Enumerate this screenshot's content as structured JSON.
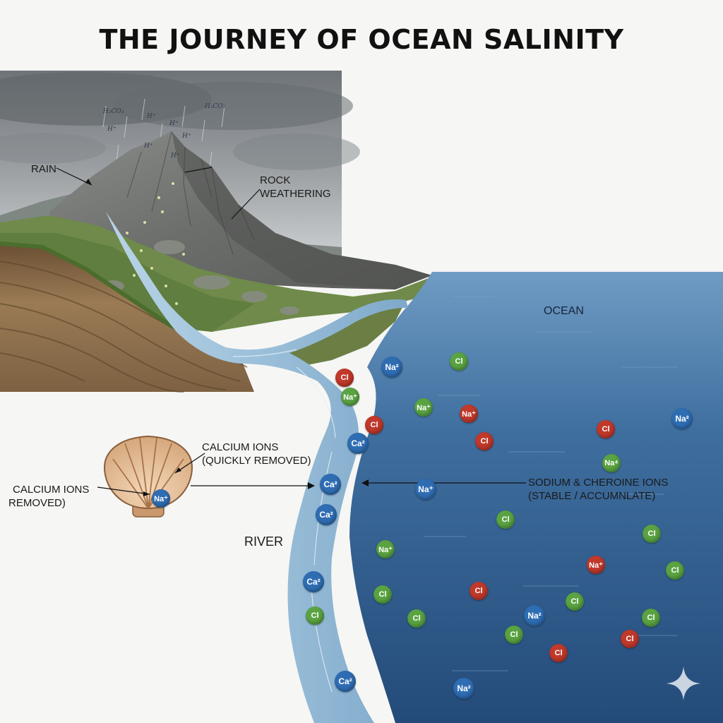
{
  "title": "THE JOURNEY OF OCEAN SALINITY",
  "labels": {
    "rain": "RAIN",
    "rock_line1": "ROCK",
    "rock_line2": "WEATHERING",
    "ocean": "OCEAN",
    "river": "RIVER",
    "calcium_shell_line1": "CALCIUM IONS",
    "calcium_shell_line2": "(QUICKLY REMOVED)",
    "calcium_removed_line1": "CALCIUM IONS",
    "calcium_removed_line2": "REMOVED)",
    "sodium_line1": "SODIUM & CHEROINE IONS",
    "sodium_line2": "(STABLE / ACCUMNLATE)"
  },
  "rain_chemistry": [
    "H₂CO₃",
    "H₂CO₃",
    "H⁺",
    "H⁺",
    "H⁺",
    "H⁺",
    "H⁺",
    "H⁺"
  ],
  "shell_ion": "Na⁺",
  "river_ions": [
    "Cl",
    "Na⁺",
    "Cl",
    "Ca²",
    "Ca²",
    "Ca²",
    "Ca²",
    "Cl",
    "Ca²"
  ],
  "ocean_ions": [
    "Na²",
    "Cl",
    "Na⁺",
    "Na⁺",
    "Cl",
    "Cl",
    "Na²",
    "Na⁴",
    "Na⁺",
    "Cl",
    "Cl",
    "Na⁺",
    "Na⁺",
    "Cl",
    "Cl",
    "Cl",
    "Cl",
    "Na²",
    "Cl",
    "Cl",
    "Cl",
    "Cl",
    "Cl",
    "Na²"
  ],
  "colors": {
    "sodium": "#2f6db3",
    "chlorine_red": "#c0392b",
    "chlorine_green": "#5aa342",
    "ocean": "#3a6a98",
    "river": "#9fc3dc"
  }
}
